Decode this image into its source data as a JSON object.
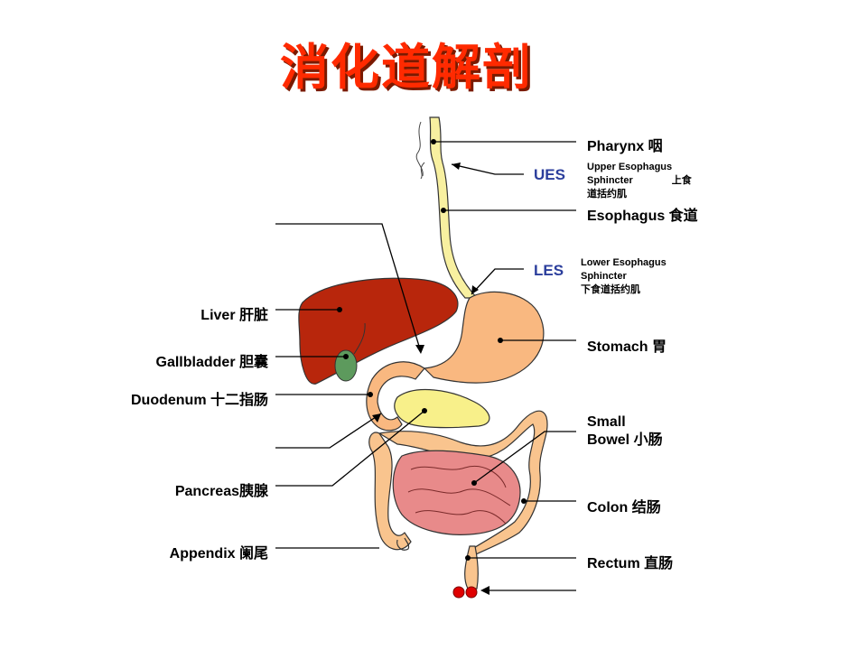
{
  "title": "消化道解剖",
  "labels": {
    "pharynx": "Pharynx 咽",
    "ues": "UES",
    "ues_desc_1": "Upper Esophagus",
    "ues_desc_2": "Sphincter",
    "ues_desc_3": "上食",
    "ues_desc_4": "道括约肌",
    "esophagus": "Esophagus  食道",
    "les": "LES",
    "les_desc_1": "Lower Esophagus",
    "les_desc_2": "Sphincter",
    "les_desc_3": "下食道括约肌",
    "stomach": "Stomach 胃",
    "small_bowel_1": "Small",
    "small_bowel_2": "Bowel 小肠",
    "colon": "Colon 结肠",
    "rectum": "Rectum 直肠",
    "liver": "Liver 肝脏",
    "gallbladder": "Gallbladder 胆囊",
    "duodenum": "Duodenum 十二指肠",
    "pancreas": "Pancreas胰腺",
    "appendix": "Appendix 阑尾"
  },
  "colors": {
    "title": "#ff2a00",
    "liver": "#b8260c",
    "gallbladder": "#5d9a5d",
    "esophagus": "#f8f0a0",
    "stomach": "#f9b880",
    "pancreas": "#f8f08a",
    "small_intestine": "#e88a8a",
    "colon": "#f9c48e",
    "anus_marker": "#e00000",
    "les_label": "#2b3e9c"
  }
}
